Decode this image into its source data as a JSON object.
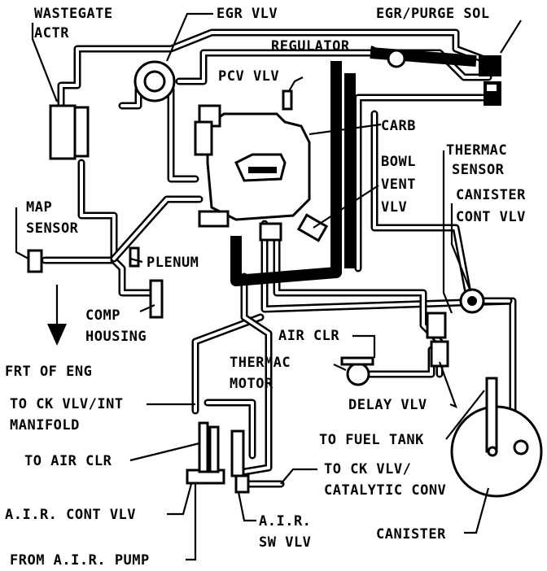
{
  "labels": {
    "wastegate_actr_line1": "WASTEGATE",
    "wastegate_actr_line2": "ACTR",
    "egr_vlv": "EGR VLV",
    "egr_purge_sol": "EGR/PURGE SOL",
    "regulator": "REGULATOR",
    "pcv_vlv": "PCV VLV",
    "carb": "CARB",
    "thermac_sensor_line1": "THERMAC",
    "thermac_sensor_line2": "SENSOR",
    "bowl_vent_vlv_line1": "BOWL",
    "bowl_vent_vlv_line2": "VENT",
    "bowl_vent_vlv_line3": "VLV",
    "canister_cont_vlv_line1": "CANISTER",
    "canister_cont_vlv_line2": "CONT VLV",
    "map_sensor_line1": "MAP",
    "map_sensor_line2": "SENSOR",
    "plenum": "PLENUM",
    "comp_housing_line1": "COMP",
    "comp_housing_line2": "HOUSING",
    "frt_of_eng": "FRT OF ENG",
    "air_clr": "AIR CLR",
    "thermac_motor_line1": "THERMAC",
    "thermac_motor_line2": "MOTOR",
    "delay_vlv": "DELAY VLV",
    "to_ck_vlv_int_line1": "TO CK VLV/INT",
    "to_ck_vlv_int_line2": "MANIFOLD",
    "to_fuel_tank": "TO FUEL TANK",
    "to_air_clr": "TO AIR CLR",
    "to_ck_vlv_cat_line1": "TO CK VLV/",
    "to_ck_vlv_cat_line2": "CATALYTIC CONV",
    "air_cont_vlv": "A.I.R. CONT VLV",
    "air_sw_vlv_line1": "A.I.R.",
    "air_sw_vlv_line2": "SW VLV",
    "canister": "CANISTER",
    "from_air_pump": "FROM A.I.R. PUMP"
  }
}
